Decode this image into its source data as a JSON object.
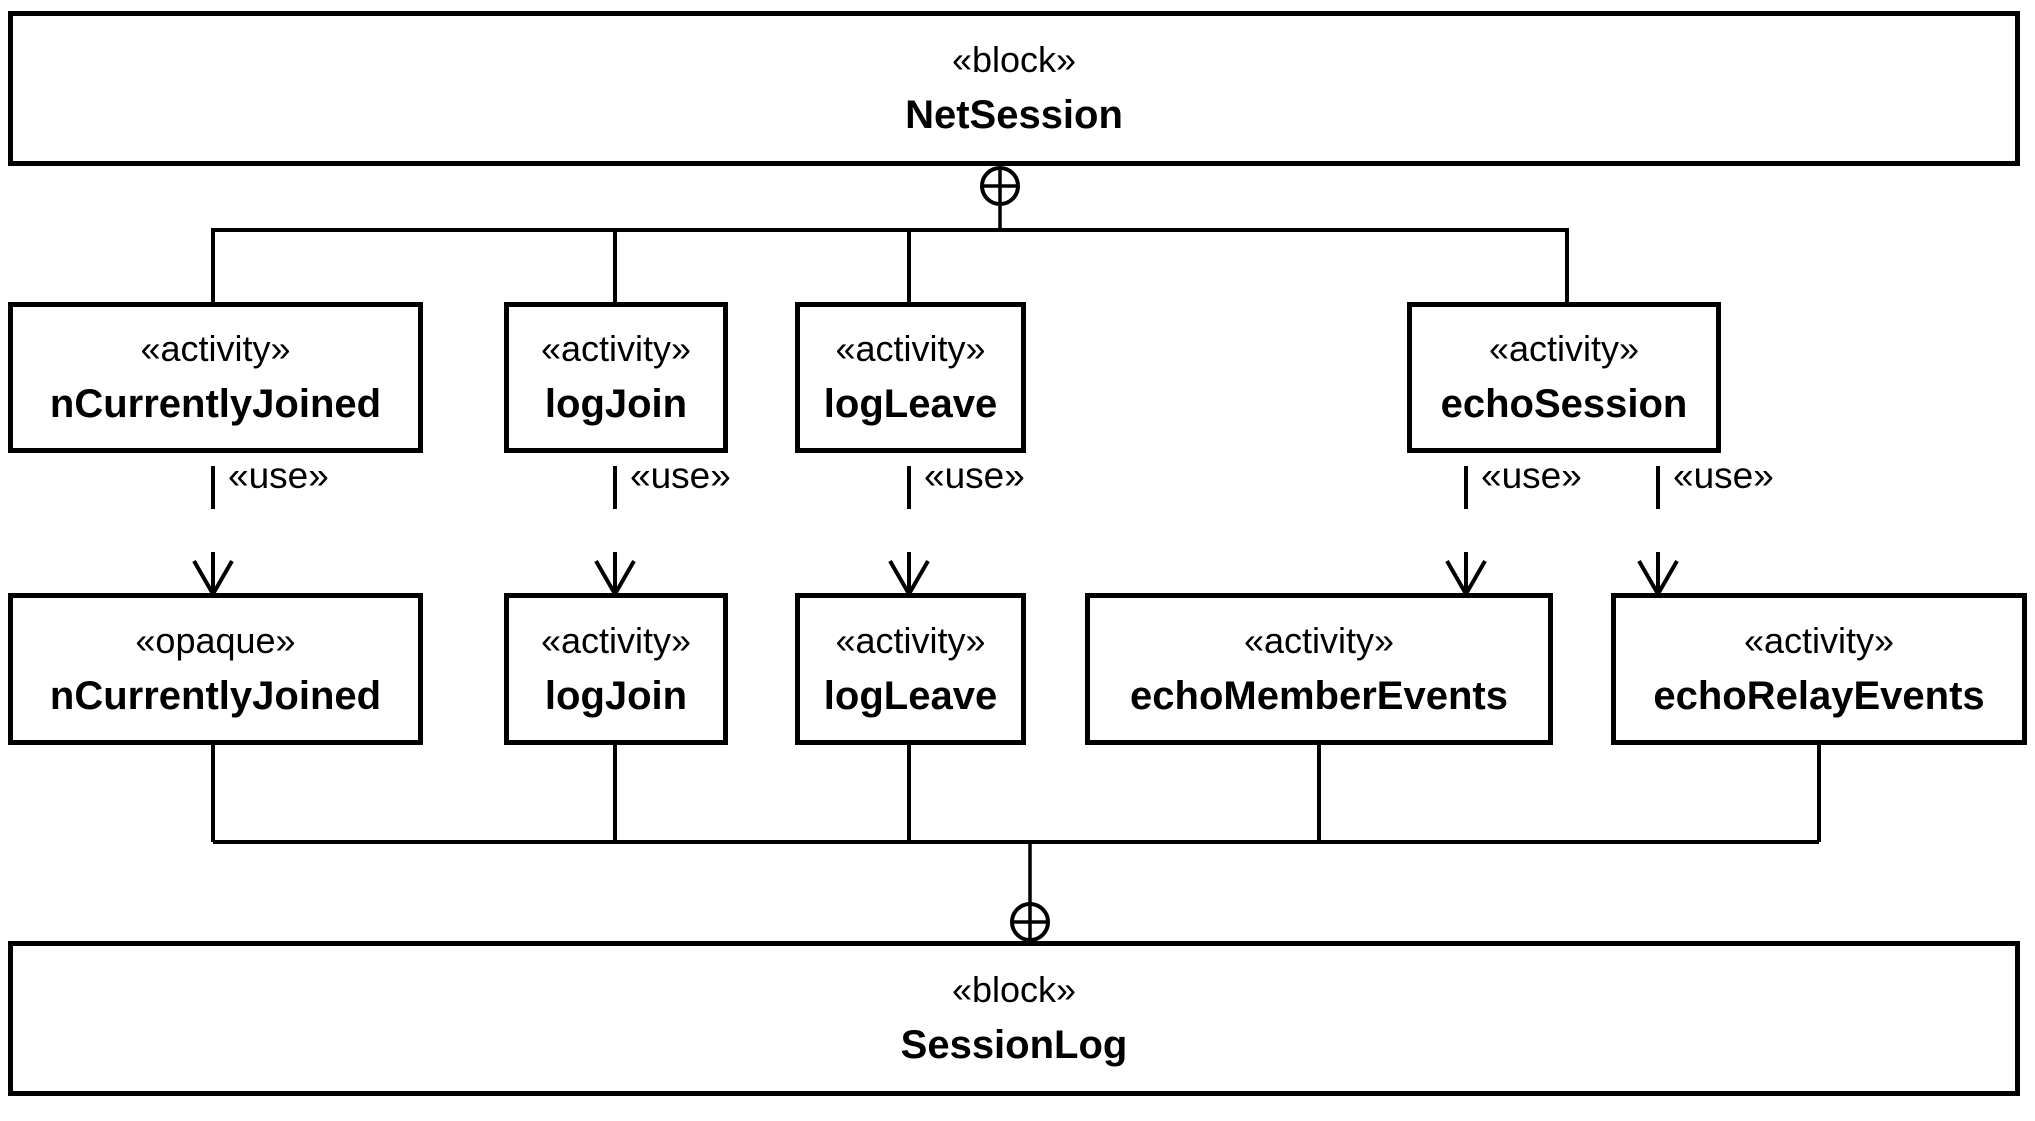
{
  "diagram": {
    "kind": "uml-composition-diagram",
    "nodes": {
      "net_session": {
        "stereotype": "«block»",
        "name": "NetSession"
      },
      "activities_top": [
        {
          "stereotype": "«activity»",
          "name": "nCurrentlyJoined"
        },
        {
          "stereotype": "«activity»",
          "name": "logJoin"
        },
        {
          "stereotype": "«activity»",
          "name": "logLeave"
        },
        {
          "stereotype": "«activity»",
          "name": "echoSession"
        }
      ],
      "behaviors_bottom": [
        {
          "stereotype": "«opaque»",
          "name": "nCurrentlyJoined"
        },
        {
          "stereotype": "«activity»",
          "name": "logJoin"
        },
        {
          "stereotype": "«activity»",
          "name": "logLeave"
        },
        {
          "stereotype": "«activity»",
          "name": "echoMemberEvents"
        },
        {
          "stereotype": "«activity»",
          "name": "echoRelayEvents"
        }
      ],
      "session_log": {
        "stereotype": "«block»",
        "name": "SessionLog"
      }
    },
    "edges": {
      "use_dependencies": [
        {
          "from": "nCurrentlyJoined",
          "to": "nCurrentlyJoined",
          "label": "«use»"
        },
        {
          "from": "logJoin",
          "to": "logJoin",
          "label": "«use»"
        },
        {
          "from": "logLeave",
          "to": "logLeave",
          "label": "«use»"
        },
        {
          "from": "echoSession",
          "to": "echoMemberEvents",
          "label": "«use»"
        },
        {
          "from": "echoSession",
          "to": "echoRelayEvents",
          "label": "«use»"
        }
      ],
      "compositions": [
        {
          "owner": "NetSession",
          "symbol": "circled-plus-anchor",
          "parts": [
            "nCurrentlyJoined",
            "logJoin",
            "logLeave",
            "echoSession"
          ]
        },
        {
          "owner": "SessionLog",
          "symbol": "circled-plus-anchor",
          "parts": [
            "nCurrentlyJoined",
            "logJoin",
            "logLeave",
            "echoMemberEvents",
            "echoRelayEvents"
          ]
        }
      ]
    },
    "colors": {
      "line": "#000000",
      "text": "#000000",
      "node_fill": "#ffffff",
      "background": "#ffffff"
    }
  }
}
